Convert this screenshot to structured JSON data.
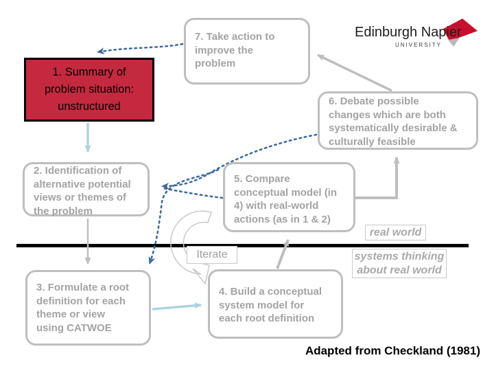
{
  "logo": {
    "name": "Edinburgh Napier",
    "subtitle": "UNIVERSITY"
  },
  "stages": {
    "s1": "1. Summary of\nproblem situation:\nunstructured",
    "s2": "2. Identification of\nalternative potential\nviews or themes of\nthe problem",
    "s3": "3. Formulate a root\ndefinition for each\ntheme or view\nusing CATWOE",
    "s4": "4. Build a conceptual\nsystem model for\neach root definition",
    "s5": "5. Compare\nconceptual model (in\n4) with real-world\nactions (as in 1 & 2)",
    "s6": "6. Debate possible\nchanges which are both\nsystematically desirable &\nculturally feasible",
    "s7": "7. Take action to\nimprove the\nproblem"
  },
  "labels": {
    "real_world": "real world",
    "systems_thinking": "systems thinking\nabout real world",
    "iterate": "Iterate",
    "credit": "Adapted from Checkland (1981)"
  },
  "colors": {
    "stage1_fill": "#C5293F",
    "logo_red": "#C8102E",
    "dotted_arrow_blue": "#3A6B9F",
    "solid_arrow_light_blue": "#AED2E2",
    "box_border_gray": "#BEBEBE",
    "box_text_gray": "#A3A3A3",
    "divider_black": "#000000"
  }
}
